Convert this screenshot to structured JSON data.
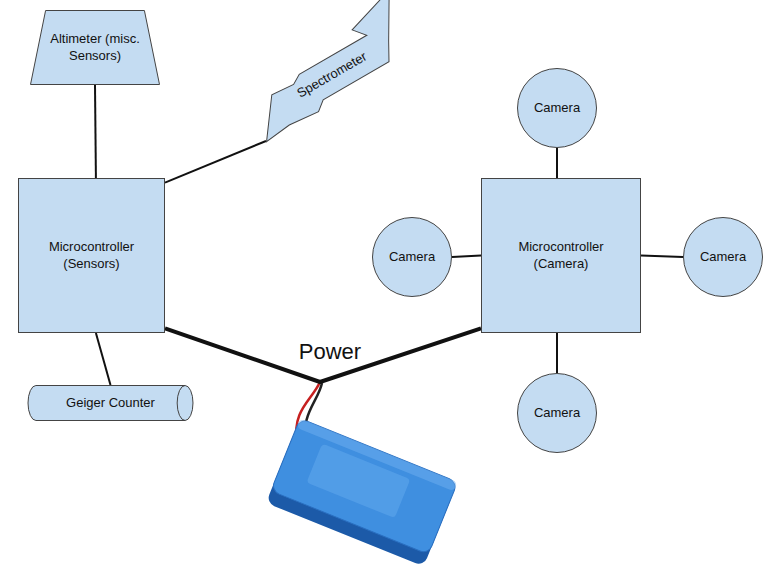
{
  "diagram": {
    "nodes": [
      {
        "text": [
          "Altimeter (misc. Sensors)"
        ]
      },
      {
        "text": [
          "Spectrometer"
        ]
      },
      {
        "text": [
          "Camera"
        ]
      },
      {
        "text": [
          "Microcontroller (Sensors)"
        ]
      },
      {
        "text": [
          "Camera"
        ]
      },
      {
        "text": [
          "Microcontroller (Camera)"
        ]
      },
      {
        "text": [
          "Camera"
        ]
      },
      {
        "text": [
          "Geiger Counter"
        ]
      },
      {
        "text": [
          "Camera"
        ]
      }
    ],
    "edges": [
      {
        "from": 3,
        "to": 0,
        "arrow": "none"
      },
      {
        "from": 3,
        "to": 1,
        "arrow": "none"
      },
      {
        "from": 3,
        "to": 7,
        "arrow": "none"
      },
      {
        "from": 5,
        "to": 2,
        "arrow": "none"
      },
      {
        "from": 5,
        "to": 4,
        "arrow": "none"
      },
      {
        "from": 5,
        "to": 6,
        "arrow": "none"
      },
      {
        "from": 5,
        "to": 8,
        "arrow": "none"
      },
      {
        "from": 3,
        "to": 5,
        "arrow": "none",
        "label": "Power"
      }
    ]
  }
}
